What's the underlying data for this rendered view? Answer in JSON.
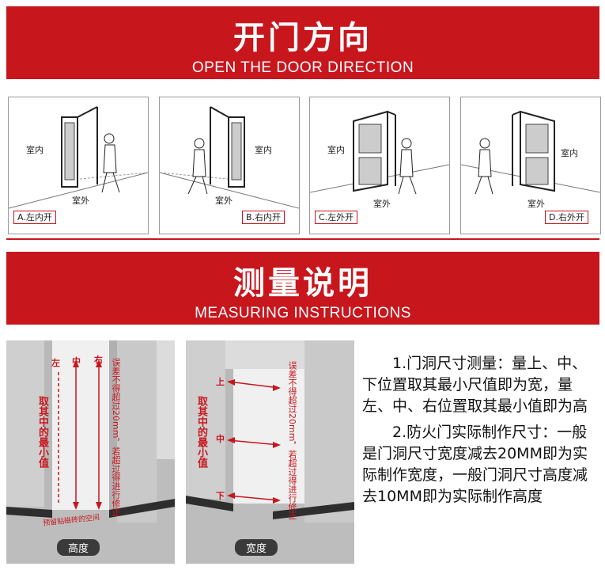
{
  "section1": {
    "title_zh": "开门方向",
    "title_en": "OPEN THE DOOR DIRECTION"
  },
  "doors": [
    {
      "indoor": "室内",
      "outdoor": "室外",
      "tag": "A.左内开"
    },
    {
      "indoor": "室内",
      "outdoor": "室外",
      "tag": "B.右内开"
    },
    {
      "indoor": "室内",
      "outdoor": "室外",
      "tag": "C.左外开"
    },
    {
      "indoor": "室内",
      "outdoor": "室外",
      "tag": "D.右外开"
    }
  ],
  "section2": {
    "title_zh": "测量说明",
    "title_en": "MEASURING INSTRUCTIONS"
  },
  "height_photo": {
    "left": "左",
    "mid": "中",
    "right": "右",
    "take_min": "取其中的最小值",
    "error_note": "误差不得超过20mm，若超过得进行修正",
    "tile_note": "预留贴磁砖的空间",
    "caption": "高度"
  },
  "width_photo": {
    "top": "上",
    "mid": "中",
    "bottom": "下",
    "take_min": "取其中的最小值",
    "error_note": "误差不得超过20mm，若超过得进行修正",
    "caption": "宽度"
  },
  "instructions": {
    "p1": "1.门洞尺寸测量：量上、中、下位置取其最小尺值即为宽，量左、中、右位置取其最小值即为高",
    "p2": "2.防火门实际制作尺寸：一般是门洞尺寸宽度减去20MM即为实际制作宽度，一般门洞尺寸高度减去10MM即为实际制作高度"
  },
  "colors": {
    "accent": "#c8161d"
  }
}
